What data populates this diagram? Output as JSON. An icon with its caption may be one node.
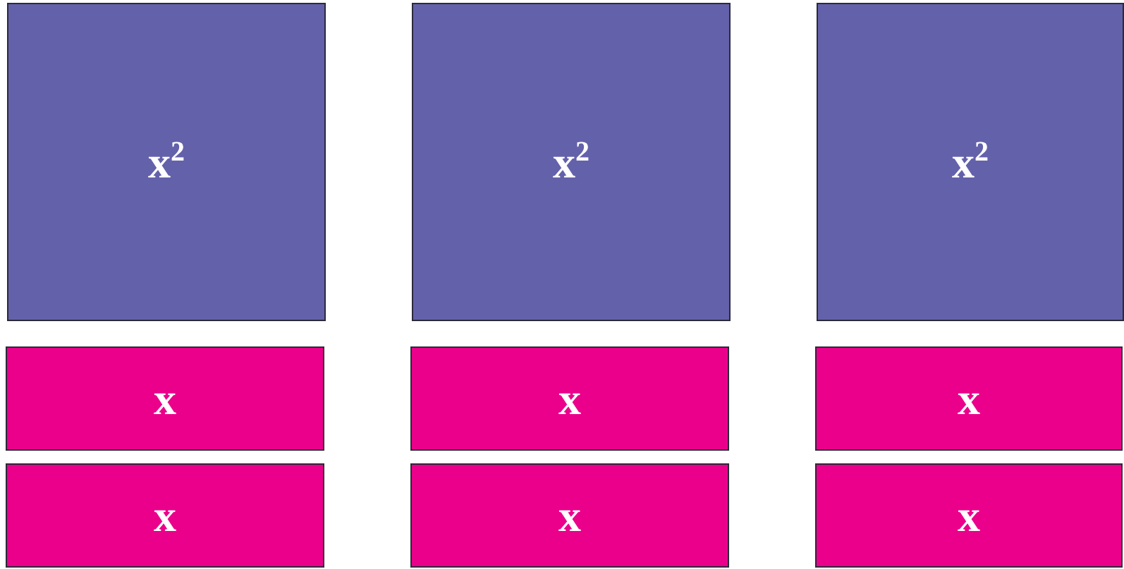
{
  "diagram": {
    "nodes": [
      {
        "text": [
          "x$^{2}$"
        ]
      },
      {
        "text": [
          "x$^{2}$"
        ]
      },
      {
        "text": [
          "x$^{2}$"
        ]
      },
      {
        "text": [
          "x"
        ]
      },
      {
        "text": [
          "x"
        ]
      },
      {
        "text": [
          "x"
        ]
      },
      {
        "text": [
          "x"
        ]
      },
      {
        "text": [
          "x"
        ]
      },
      {
        "text": [
          "x"
        ]
      }
    ]
  }
}
